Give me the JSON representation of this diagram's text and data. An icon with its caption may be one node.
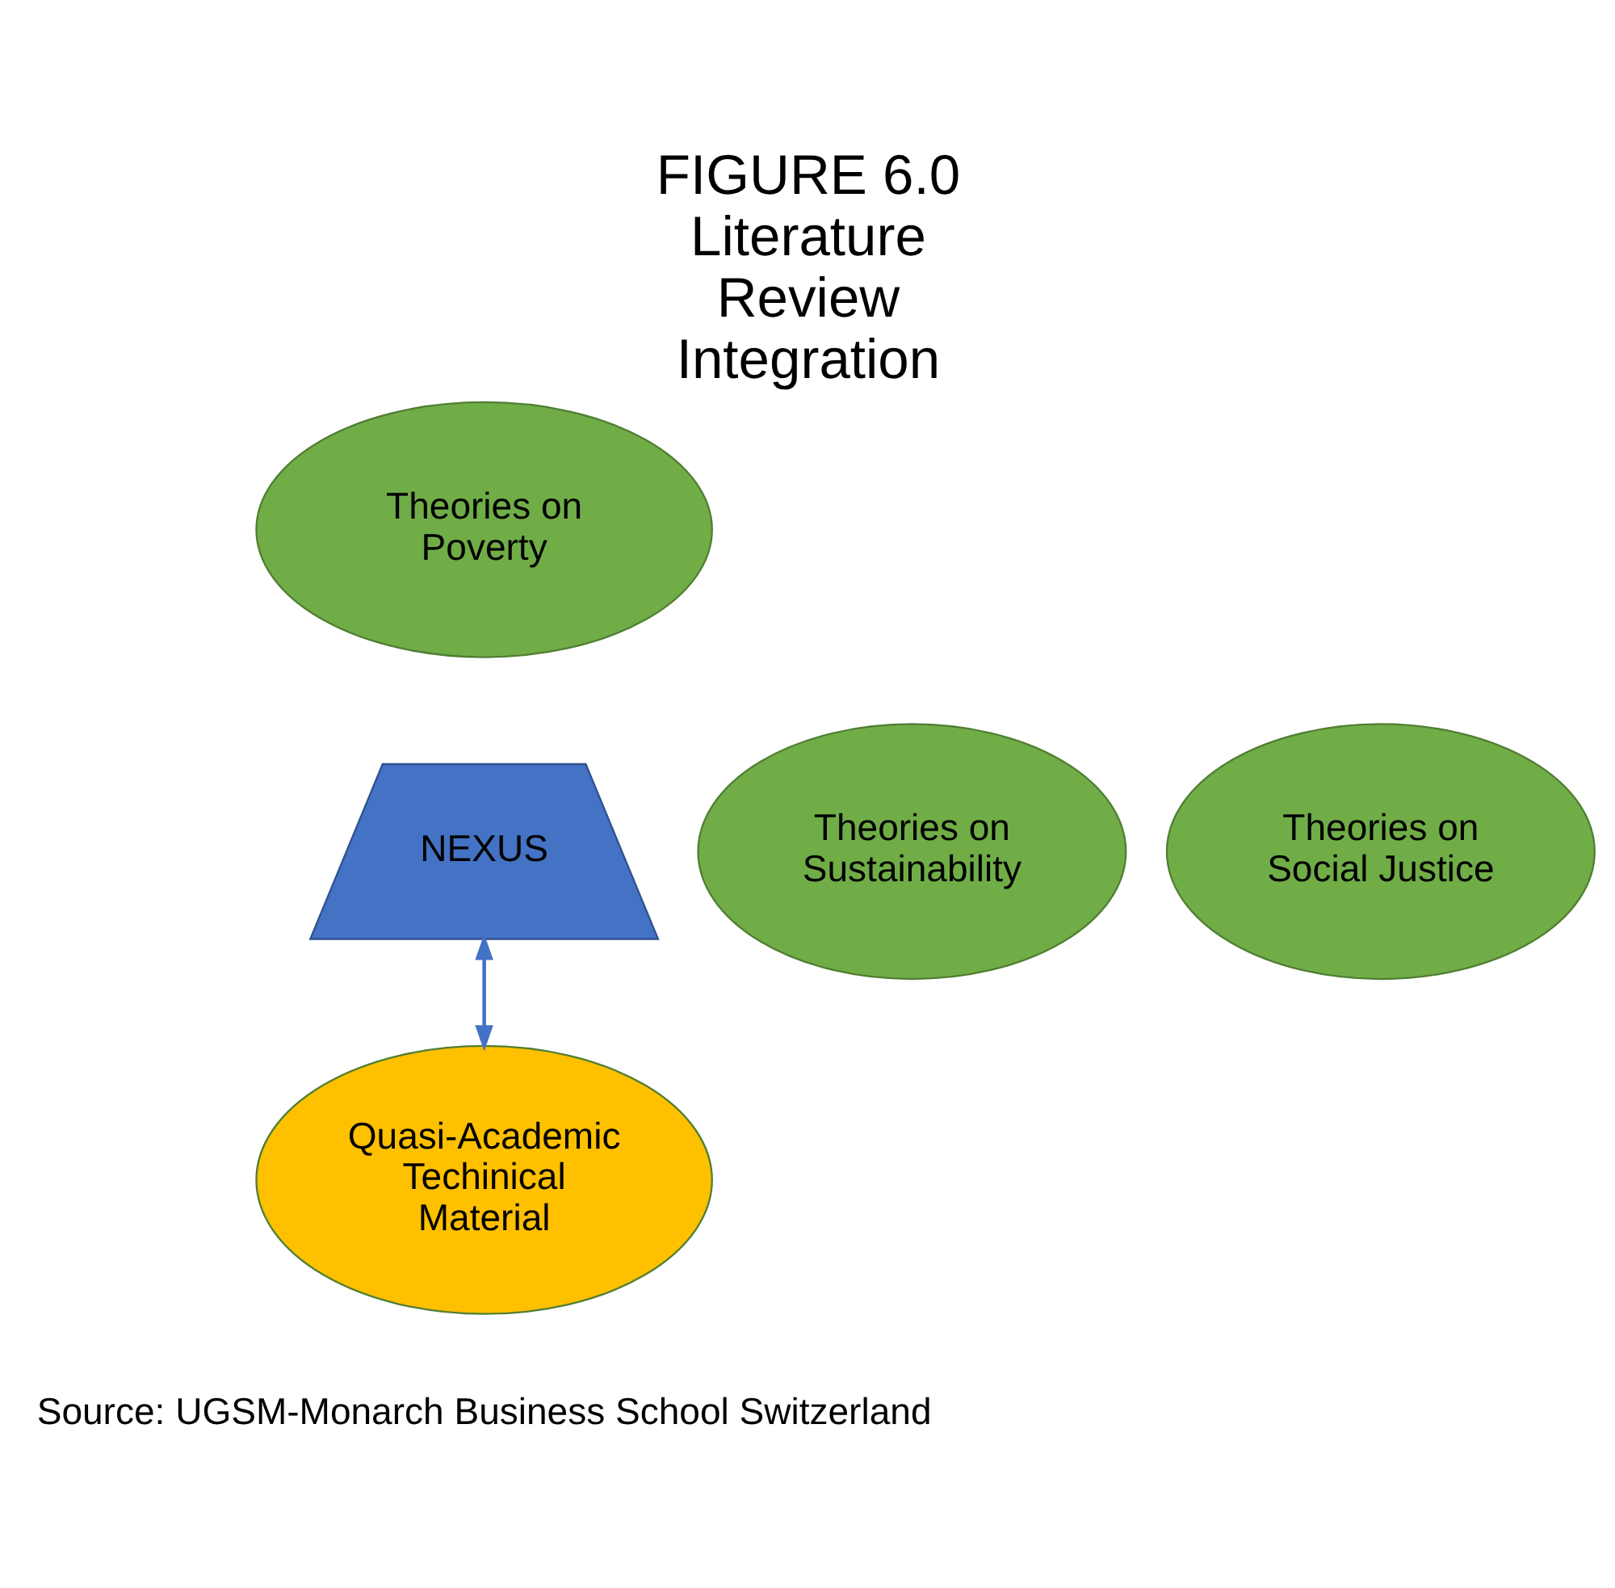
{
  "diagram": {
    "title": "FIGURE 6.0 Literature Review Integration",
    "caption": "Source: UGSM-Monarch Business School Switzerland",
    "nodes": [
      {
        "text": [
          "NEXUS"
        ]
      },
      {
        "text": [
          "Theories on Poverty"
        ]
      },
      {
        "text": [
          "Theories on Social Justice"
        ]
      },
      {
        "text": [
          "Theories on Sustainability"
        ]
      },
      {
        "text": [
          "Quasi-Academic Techinical Material"
        ]
      }
    ],
    "edges": [
      {
        "from": 0,
        "to": 4,
        "arrow": "both",
        "color": "#4472c4"
      }
    ]
  }
}
